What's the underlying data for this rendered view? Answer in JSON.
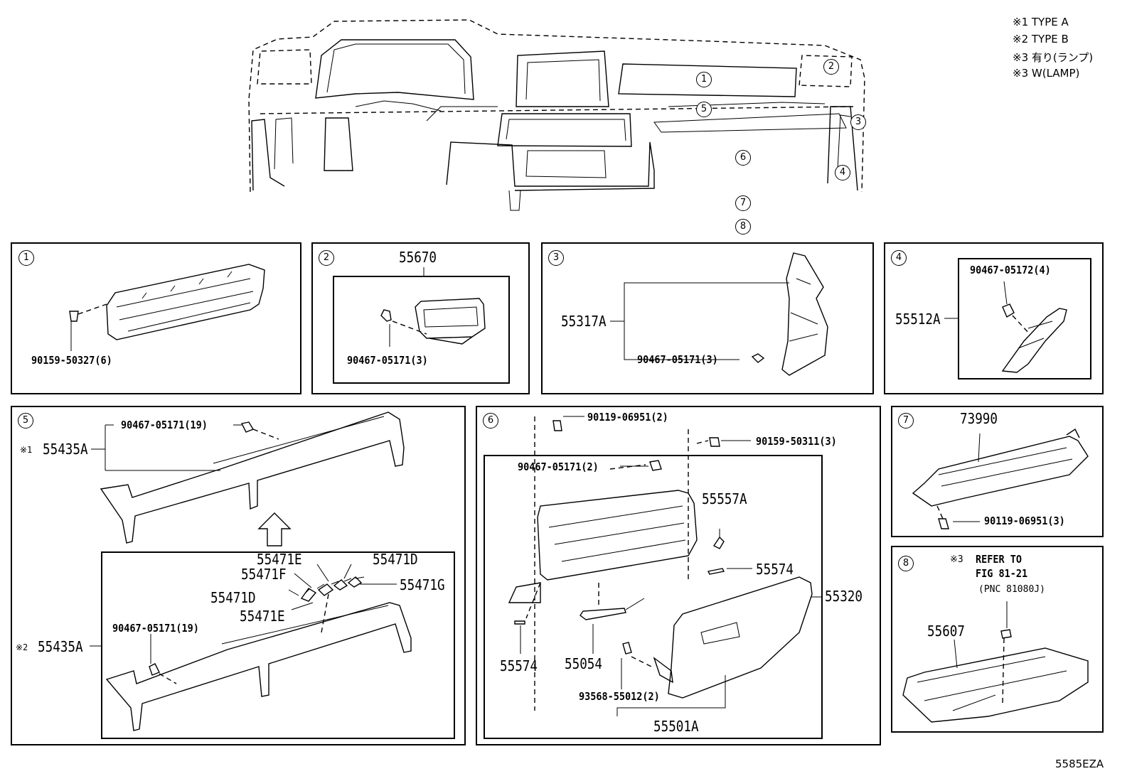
{
  "legend": {
    "type_a": "※1 TYPE A",
    "type_b": "※2 TYPE B",
    "lamp_jp": "※3 有り(ランプ)",
    "lamp_en": "※3 W(LAMP)"
  },
  "overview_markers": [
    "1",
    "2",
    "3",
    "4",
    "5",
    "6",
    "7",
    "8"
  ],
  "panels": {
    "p1": {
      "num": "1",
      "parts": {
        "screw": "90159-50327(6)"
      }
    },
    "p2": {
      "num": "2",
      "parts": {
        "vent": "55670",
        "clip": "90467-05171(3)"
      }
    },
    "p3": {
      "num": "3",
      "parts": {
        "panel": "55317A",
        "clip": "90467-05171(3)"
      }
    },
    "p4": {
      "num": "4",
      "parts": {
        "clip": "90467-05172(4)",
        "panel": "55512A"
      }
    },
    "p5": {
      "num": "5",
      "parts": {
        "clip_a": "90467-05171(19)",
        "mark_a": "※1",
        "panel_a": "55435A",
        "e1": "55471E",
        "d1": "55471D",
        "f1": "55471F",
        "g1": "55471G",
        "d2": "55471D",
        "e2": "55471E",
        "clip_b": "90467-05171(19)",
        "mark_b": "※2",
        "panel_b": "55435A"
      }
    },
    "p6": {
      "num": "6",
      "parts": {
        "bolt_a": "90119-06951(2)",
        "bolt_b": "90159-50311(3)",
        "clip": "90467-05171(2)",
        "damper": "55557A",
        "stop_r": "55574",
        "box": "55320",
        "stop_l": "55574",
        "lamp": "55054",
        "screw": "93568-55012(2)",
        "door": "55501A"
      }
    },
    "p7": {
      "num": "7",
      "parts": {
        "panel": "73990",
        "bolt": "90119-06951(3)"
      }
    },
    "p8": {
      "num": "8",
      "parts": {
        "mark": "※3",
        "refer": "REFER TO",
        "fig": "FIG 81-21",
        "pnc": "(PNC 81080J)",
        "panel": "55607"
      }
    }
  },
  "footer_code": "5585EZA"
}
